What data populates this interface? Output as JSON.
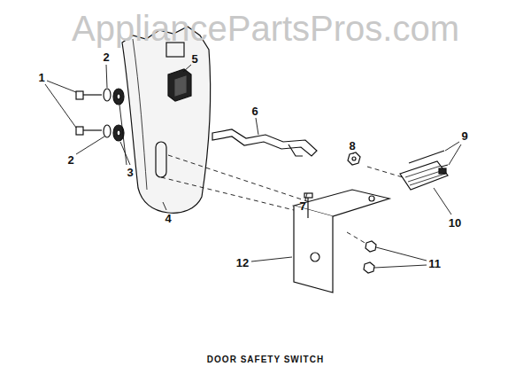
{
  "diagram": {
    "caption": "DOOR SAFETY SWITCH",
    "labels": [
      "AppliancePartsPros.com",
      "1",
      "2",
      "2",
      "3",
      "4",
      "5",
      "6",
      "7",
      "8",
      "9",
      "10",
      "11",
      "12"
    ]
  }
}
